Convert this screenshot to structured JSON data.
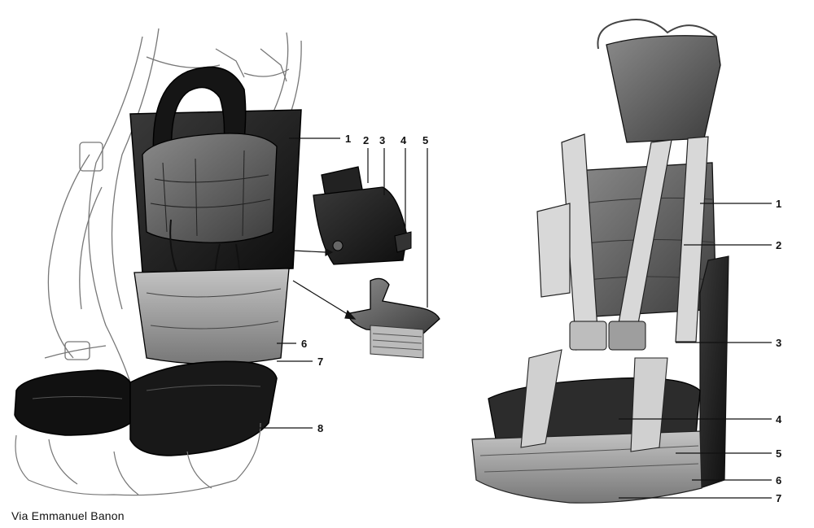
{
  "caption": "Via Emmanuel Banon",
  "left_figure": {
    "callouts": [
      "1",
      "2",
      "3",
      "4",
      "5",
      "6",
      "7",
      "8"
    ]
  },
  "right_figure": {
    "callouts": [
      "1",
      "2",
      "3",
      "4",
      "5",
      "6",
      "7"
    ]
  },
  "colors": {
    "ink": "#111111",
    "dark_fill": "#1b1b1b",
    "mid_fill": "#5a5a5a",
    "light_fill": "#9a9a9a",
    "paper": "#ffffff"
  }
}
